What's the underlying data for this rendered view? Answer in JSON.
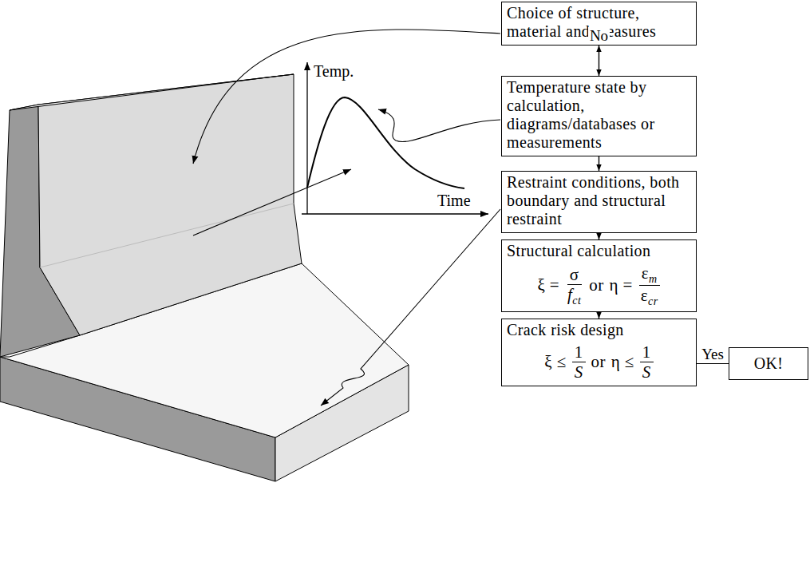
{
  "diagram": {
    "nodes": [
      {
        "text": [
          "Choice of structure, material and measures"
        ]
      },
      {
        "text": [
          "Temperature state by calculation, diagrams/databases or measurements"
        ]
      },
      {
        "text": [
          "Restraint conditions, both boundary and structural restraint"
        ]
      },
      {
        "text": [
          "Structural calculation",
          "ξ =",
          "σ",
          "f",
          "ct",
          "or",
          "η =",
          "ε",
          "m",
          "ε",
          "cr"
        ]
      },
      {
        "text": [
          "Crack risk design",
          "ξ ≤",
          "1",
          "S",
          "or",
          "η ≤",
          "1",
          "S"
        ]
      },
      {
        "text": [
          "OK!"
        ]
      }
    ],
    "edges": [
      {
        "from": 0,
        "to": 1,
        "arrow": "to"
      },
      {
        "from": 1,
        "to": 2,
        "arrow": "to"
      },
      {
        "from": 2,
        "to": 3,
        "arrow": "to"
      },
      {
        "from": 3,
        "to": 4,
        "arrow": "to"
      },
      {
        "from": 4,
        "to": 5,
        "label": "Yes",
        "arrow": "none"
      },
      {
        "from": 4,
        "to": 0,
        "label": "No",
        "arrow": "to"
      }
    ],
    "labels": [
      "Temp.",
      "Time"
    ]
  }
}
